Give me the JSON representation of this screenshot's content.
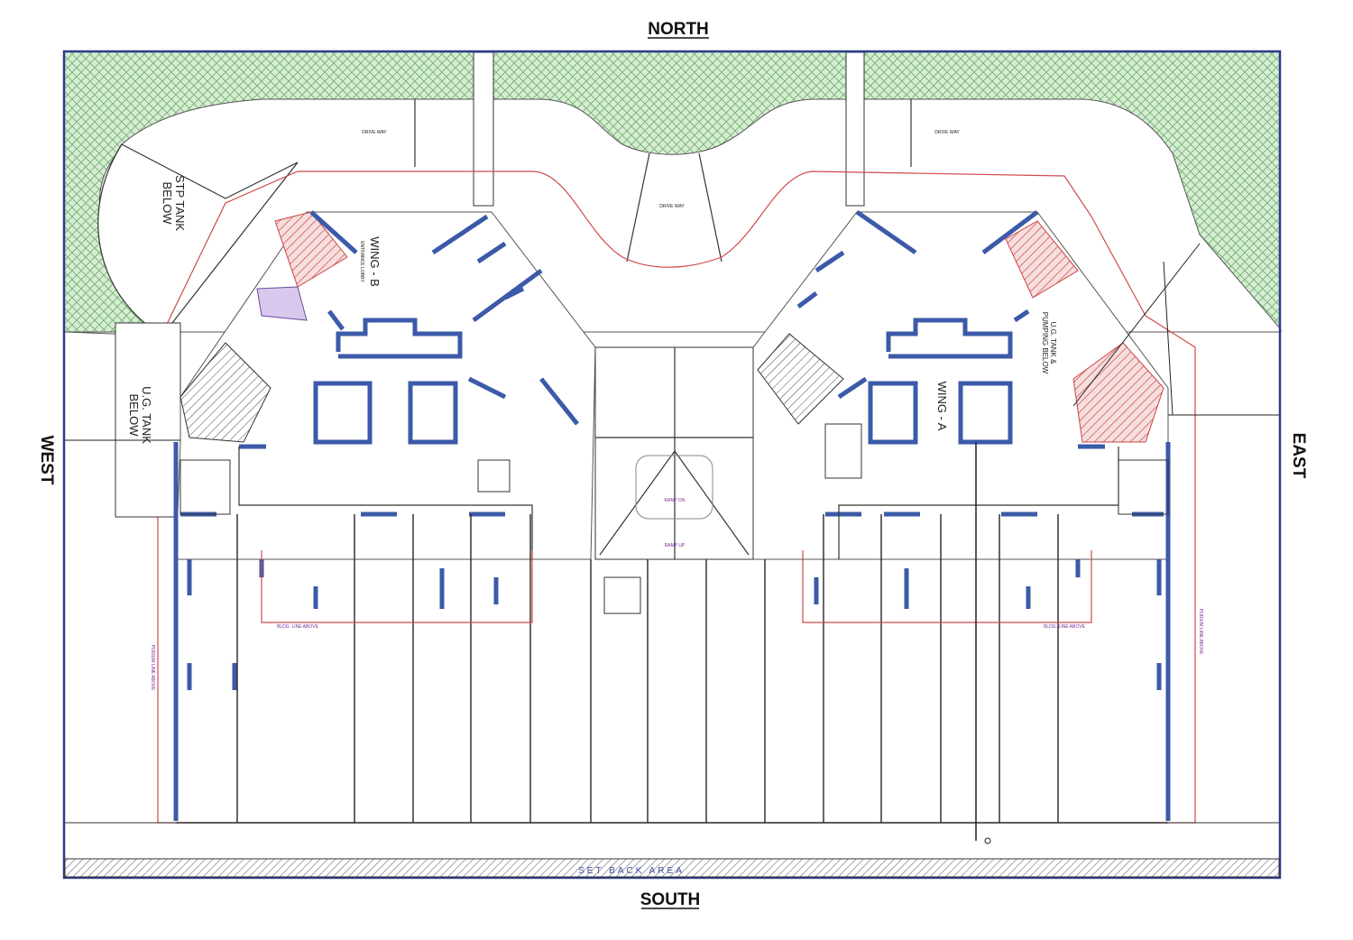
{
  "directions": {
    "north": "NORTH",
    "south": "SOUTH",
    "east": "EAST",
    "west": "WEST"
  },
  "labels": {
    "stp_tank": [
      "STP TANK",
      "BELOW"
    ],
    "ug_tank_west": [
      "U.G. TANK",
      "BELOW"
    ],
    "wing_b": "WING - B",
    "wing_a": "WING - A",
    "entrance_lobby": "ENTRANCE LOBBY",
    "ug_tank_pumping": [
      "U.G. TANK &",
      "PUMPING BELOW"
    ],
    "set_back_area": "SET BACK AREA",
    "ramp_dn": "RAMP DN",
    "ramp_up": "RAMP UP",
    "drive_way": "DRIVE WAY",
    "podium_line": "PODIUM LINE ABOVE",
    "bldg_line": "BLDG. LINE ABOVE"
  },
  "colors": {
    "landscape": "#d6ecd3",
    "landscape_hatch": "#6fae6a",
    "walls": "#3b5aa8",
    "podium_line": "#d04a4a",
    "text_accent": "#7a2a9a"
  }
}
